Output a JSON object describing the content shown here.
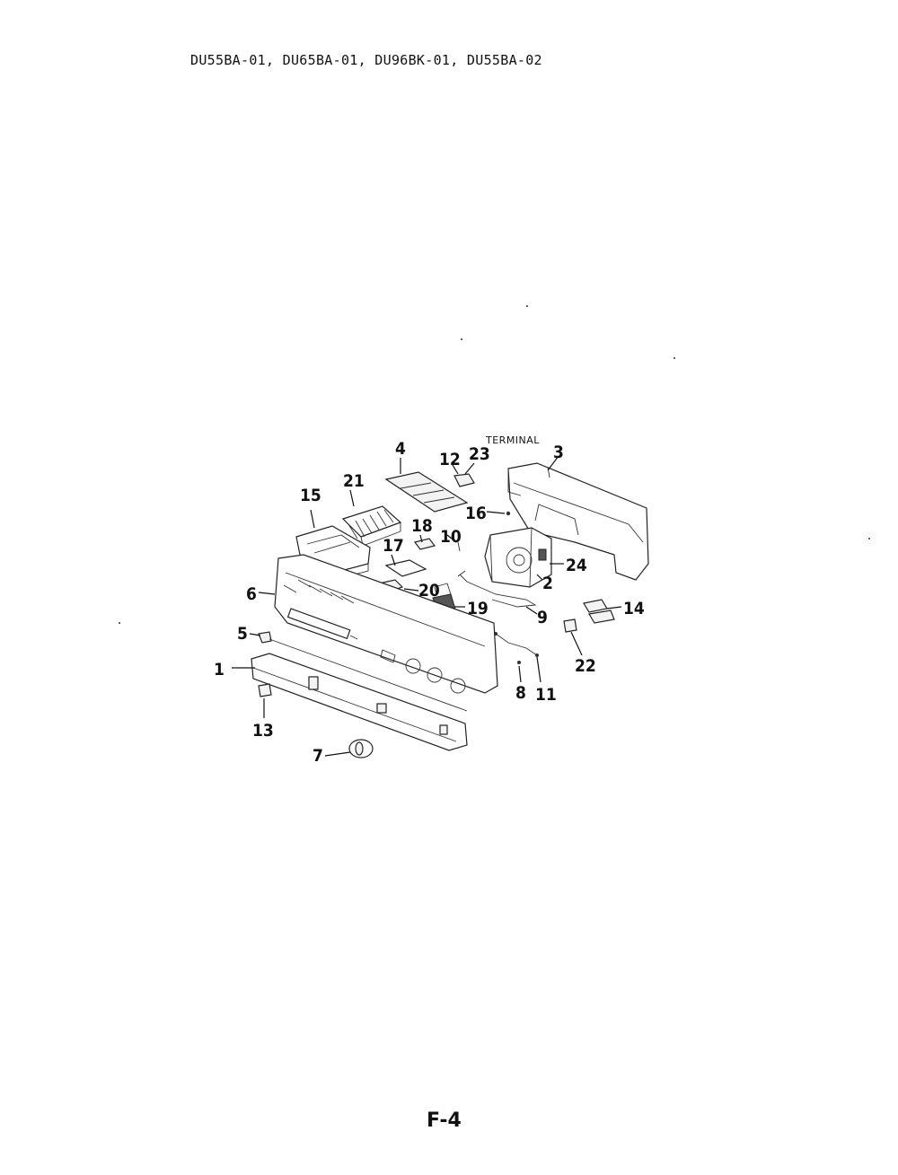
{
  "header": {
    "models": "DU55BA-01, DU65BA-01, DU96BK-01, DU55BA-02"
  },
  "footer": {
    "page_number": "F-4"
  },
  "diagram": {
    "terminal_label": "TERMINAL",
    "callouts": {
      "c1": "1",
      "c2": "2",
      "c3": "3",
      "c4": "4",
      "c5": "5",
      "c6": "6",
      "c7": "7",
      "c8": "8",
      "c9": "9",
      "c10": "10",
      "c11": "11",
      "c12": "12",
      "c13": "13",
      "c14": "14",
      "c15": "15",
      "c16": "16",
      "c17": "17",
      "c18": "18",
      "c19": "19",
      "c20": "20",
      "c21": "21",
      "c22": "22",
      "c23": "23",
      "c24": "24"
    }
  }
}
